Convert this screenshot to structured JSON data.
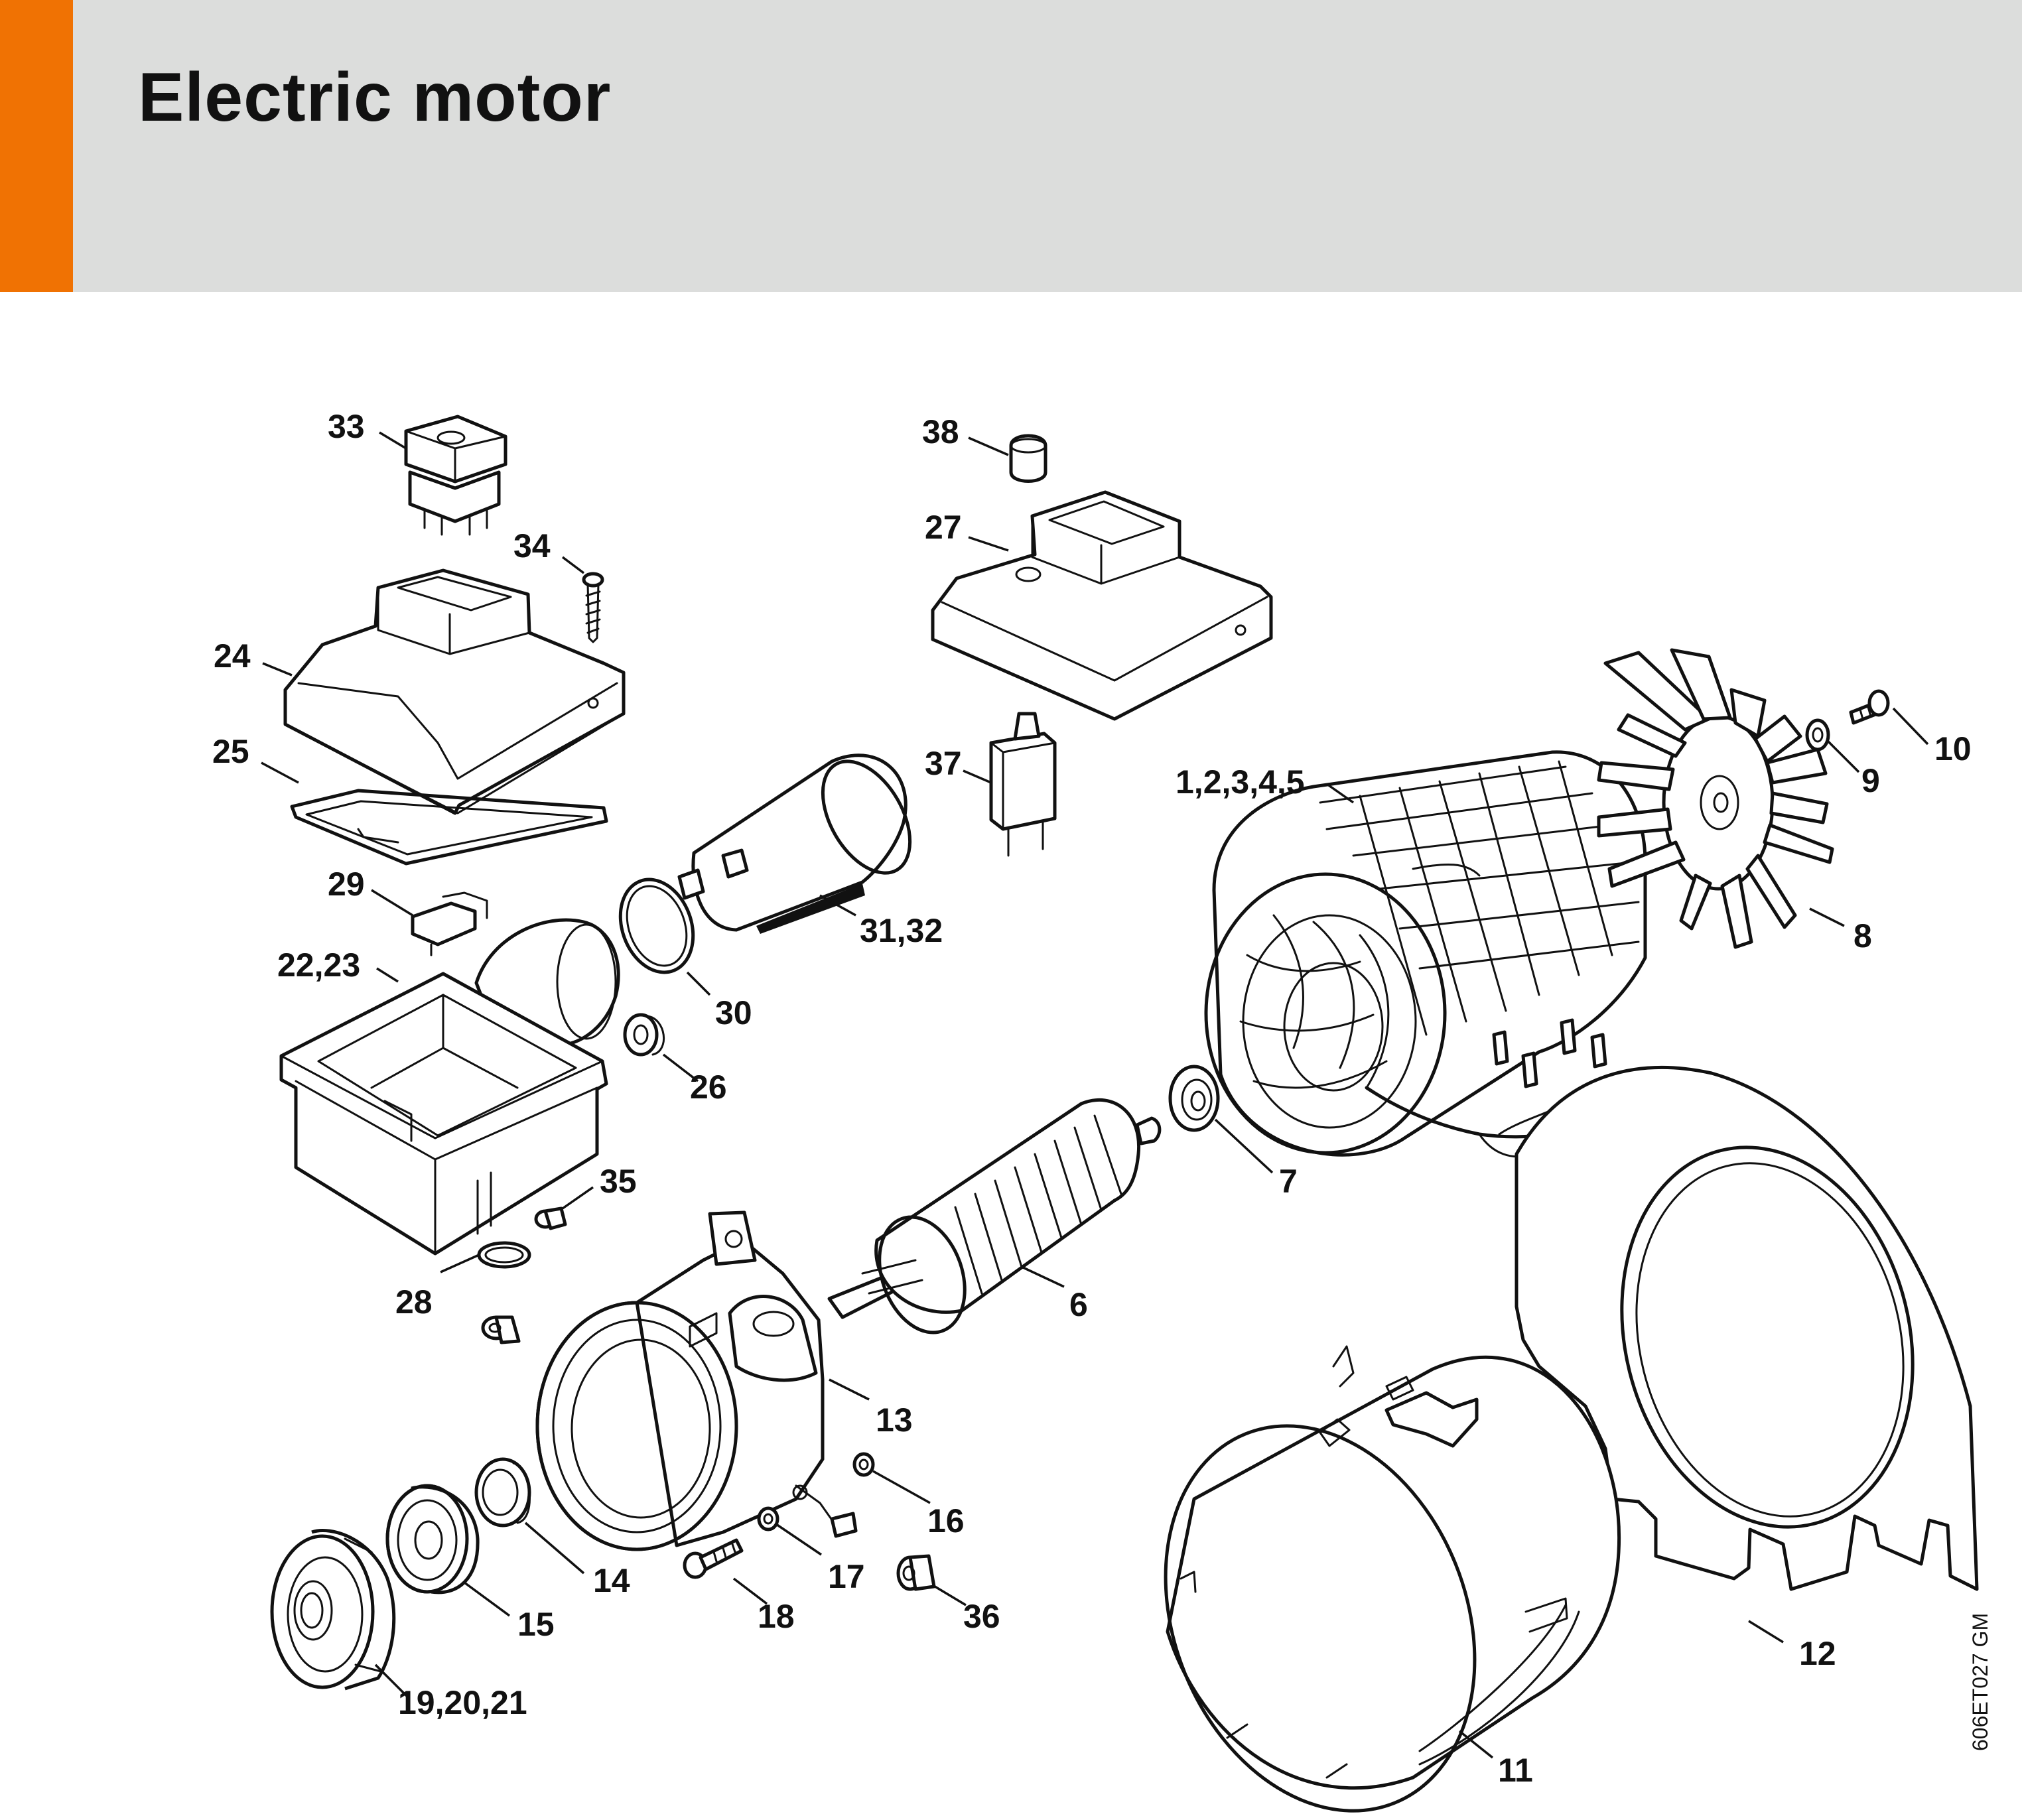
{
  "header": {
    "title": "Electric motor",
    "accent_color": "#f07203",
    "background_color": "#dcdddc"
  },
  "reference": "606ET027 GM",
  "callouts": {
    "c33": "33",
    "c34": "34",
    "c24": "24",
    "c25": "25",
    "c29": "29",
    "c22_23": "22,23",
    "c38": "38",
    "c27": "27",
    "c37": "37",
    "c31_32": "31,32",
    "c30": "30",
    "c26": "26",
    "c1_5": "1,2,3,4,5",
    "c10": "10",
    "c9": "9",
    "c8": "8",
    "c7": "7",
    "c6": "6",
    "c35": "35",
    "c28": "28",
    "c13": "13",
    "c16": "16",
    "c14": "14",
    "c17": "17",
    "c18": "18",
    "c36": "36",
    "c15": "15",
    "c19_21": "19,20,21",
    "c12": "12",
    "c11": "11"
  }
}
